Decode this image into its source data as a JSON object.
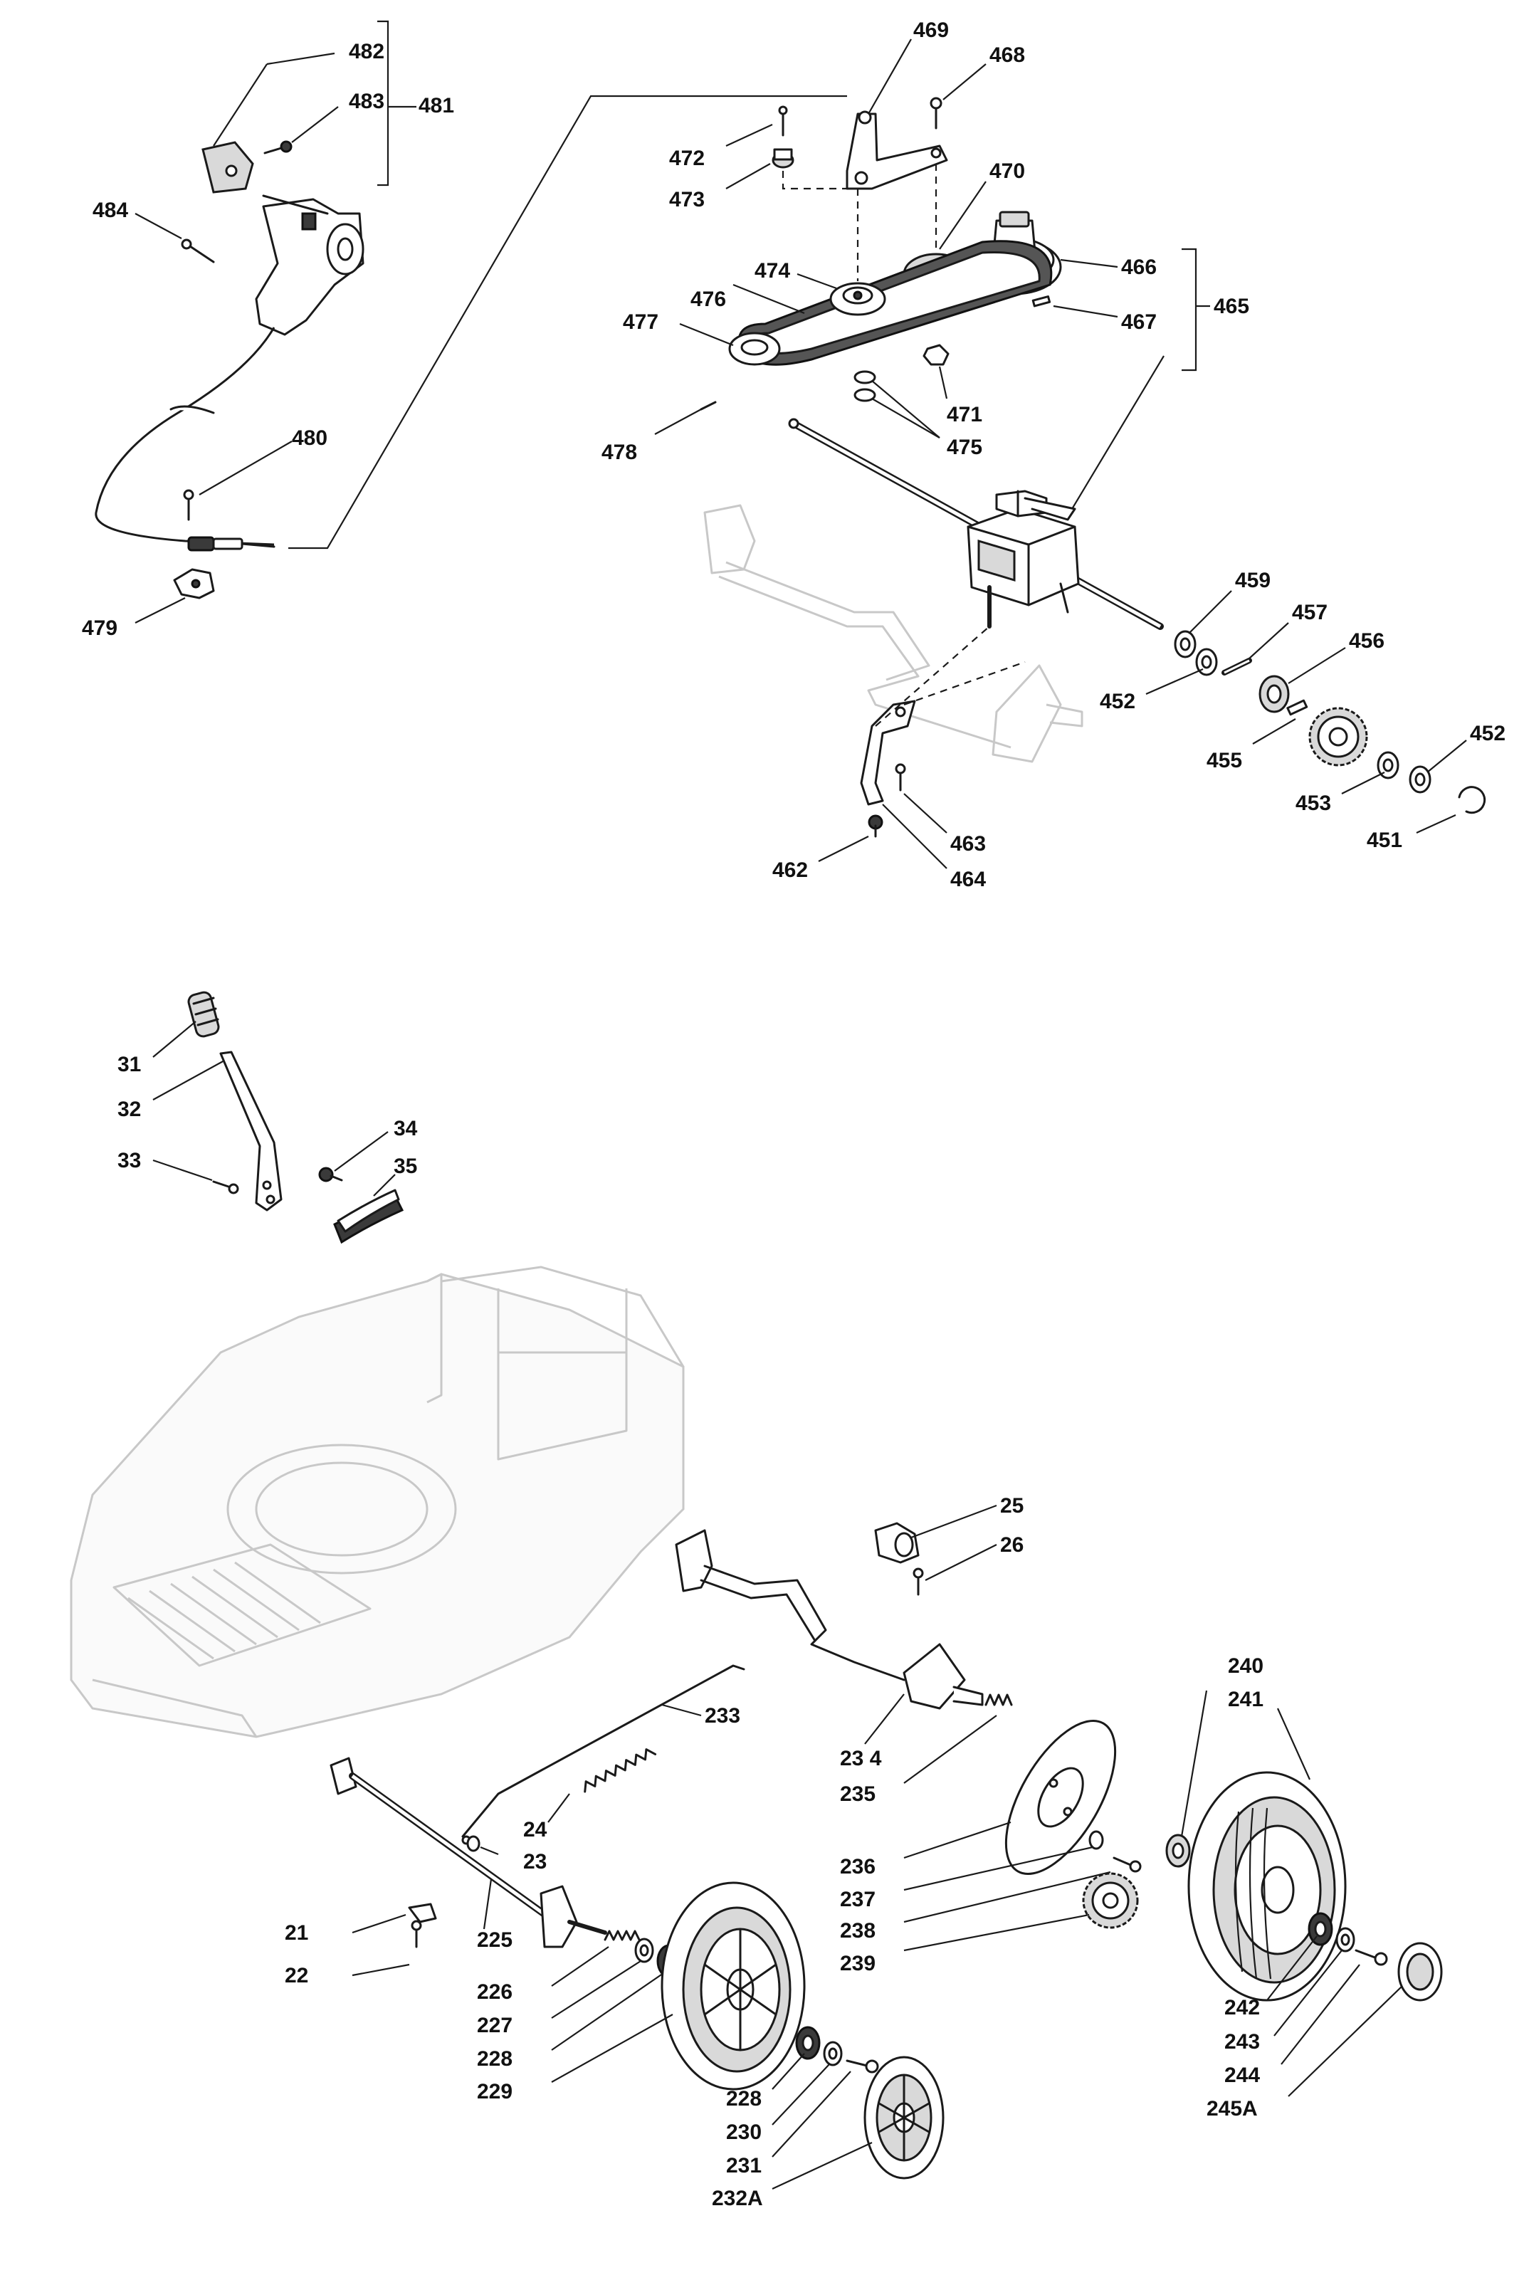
{
  "labels": {
    "l482": "482",
    "l483": "483",
    "l481": "481",
    "l484": "484",
    "l480": "480",
    "l479": "479",
    "l469": "469",
    "l468": "468",
    "l472": "472",
    "l473": "473",
    "l470": "470",
    "l474": "474",
    "l466": "466",
    "l476": "476",
    "l477": "477",
    "l465": "465",
    "l467": "467",
    "l471": "471",
    "l475": "475",
    "l478": "478",
    "l459": "459",
    "l457": "457",
    "l456": "456",
    "l452a": "452",
    "l452b": "452",
    "l455": "455",
    "l453": "453",
    "l451": "451",
    "l463": "463",
    "l462": "462",
    "l464": "464",
    "l31": "31",
    "l32": "32",
    "l33": "33",
    "l34": "34",
    "l35": "35",
    "l25": "25",
    "l26": "26",
    "l240": "240",
    "l241": "241",
    "l233": "233",
    "l234": "23 4",
    "l235": "235",
    "l24": "24",
    "l23": "23",
    "l236": "236",
    "l237": "237",
    "l238": "238",
    "l239": "239",
    "l21": "21",
    "l22": "22",
    "l225": "225",
    "l226": "226",
    "l227": "227",
    "l228a": "228",
    "l229": "229",
    "l228b": "228",
    "l230": "230",
    "l231": "231",
    "l232A": "232A",
    "l242": "242",
    "l243": "243",
    "l244": "244",
    "l245A": "245A"
  }
}
